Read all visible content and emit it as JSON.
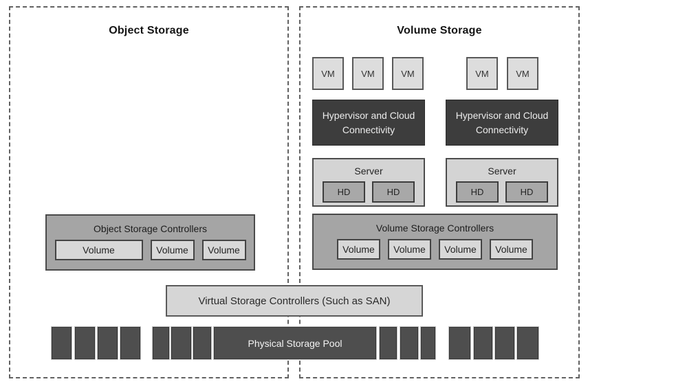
{
  "palette": {
    "background": "#ffffff",
    "dashed_border": "#616161",
    "light_box_fill": "#d8d8d8",
    "medium_box_fill": "#a5a5a5",
    "dark_box_fill": "#3d3d3d",
    "disk_fill": "#4e4e4e",
    "dark_text": "#1c1c1c",
    "light_text": "#ececec"
  },
  "left_panel": {
    "title": "Object Storage",
    "controllers": {
      "label": "Object Storage Controllers",
      "volumes": [
        "Volume",
        "Volume",
        "Volume"
      ]
    }
  },
  "right_panel": {
    "title": "Volume Storage",
    "vm_labels": [
      "VM",
      "VM",
      "VM",
      "VM",
      "VM"
    ],
    "hypervisors": [
      "Hypervisor and Cloud Connectivity",
      "Hypervisor and Cloud Connectivity"
    ],
    "servers": [
      {
        "label": "Server",
        "disks": [
          "HD",
          "HD"
        ]
      },
      {
        "label": "Server",
        "disks": [
          "HD",
          "HD"
        ]
      }
    ],
    "controllers": {
      "label": "Volume Storage Controllers",
      "volumes": [
        "Volume",
        "Volume",
        "Volume",
        "Volume"
      ]
    }
  },
  "shared": {
    "virtual_controllers_label": "Virtual Storage Controllers (Such as SAN)",
    "physical_pool_label": "Physical Storage Pool",
    "physical_disk_counts": [
      4,
      3,
      3,
      4
    ]
  }
}
